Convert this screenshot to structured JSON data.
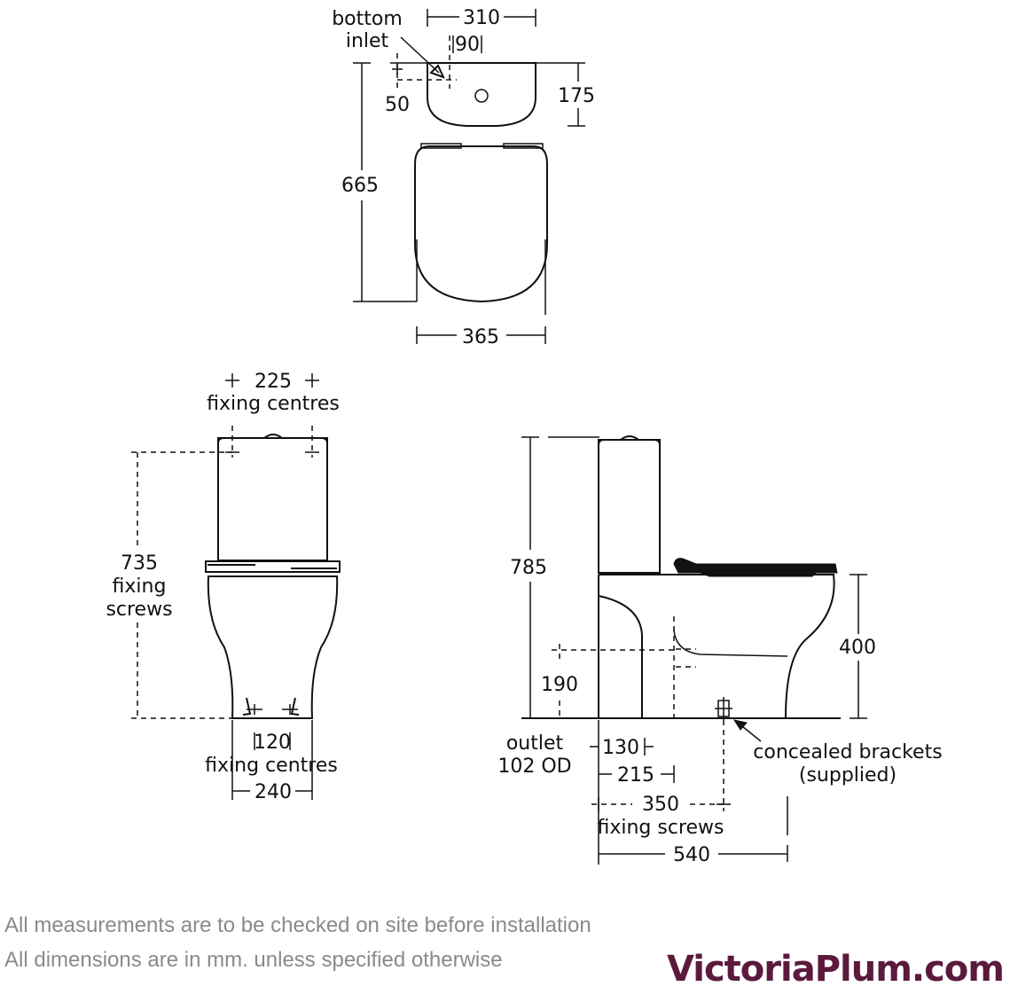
{
  "top_view": {
    "inlet_label_1": "bottom",
    "inlet_label_2": "inlet",
    "width_top": "310",
    "inlet_offset_x": "90",
    "inlet_offset_y": "50",
    "cistern_depth": "175",
    "overall_length": "665",
    "pan_width": "365"
  },
  "front_view": {
    "top_fixing_spacing": "225",
    "top_fixing_label": "fixing centres",
    "height_label_1": "735",
    "height_label_2": "fixing",
    "height_label_3": "screws",
    "bottom_fixing_spacing": "120",
    "bottom_fixing_label": "fixing centres",
    "base_width": "240"
  },
  "side_view": {
    "overall_height": "785",
    "seat_height": "400",
    "outlet_height": "190",
    "outlet_label_1": "outlet",
    "outlet_label_2": "102 OD",
    "dim_130": "130",
    "dim_215": "215",
    "dim_350": "350",
    "fixing_screws_label": "fixing screws",
    "overall_depth": "540",
    "brackets_label_1": "concealed brackets",
    "brackets_label_2": "(supplied)"
  },
  "notes": {
    "line_1": "All measurements are to be checked on site before installation",
    "line_2": "All dimensions are in mm. unless specified otherwise"
  },
  "brand": {
    "logo_text": "VictoriaPlum.com",
    "color": "#5b1a3d"
  }
}
